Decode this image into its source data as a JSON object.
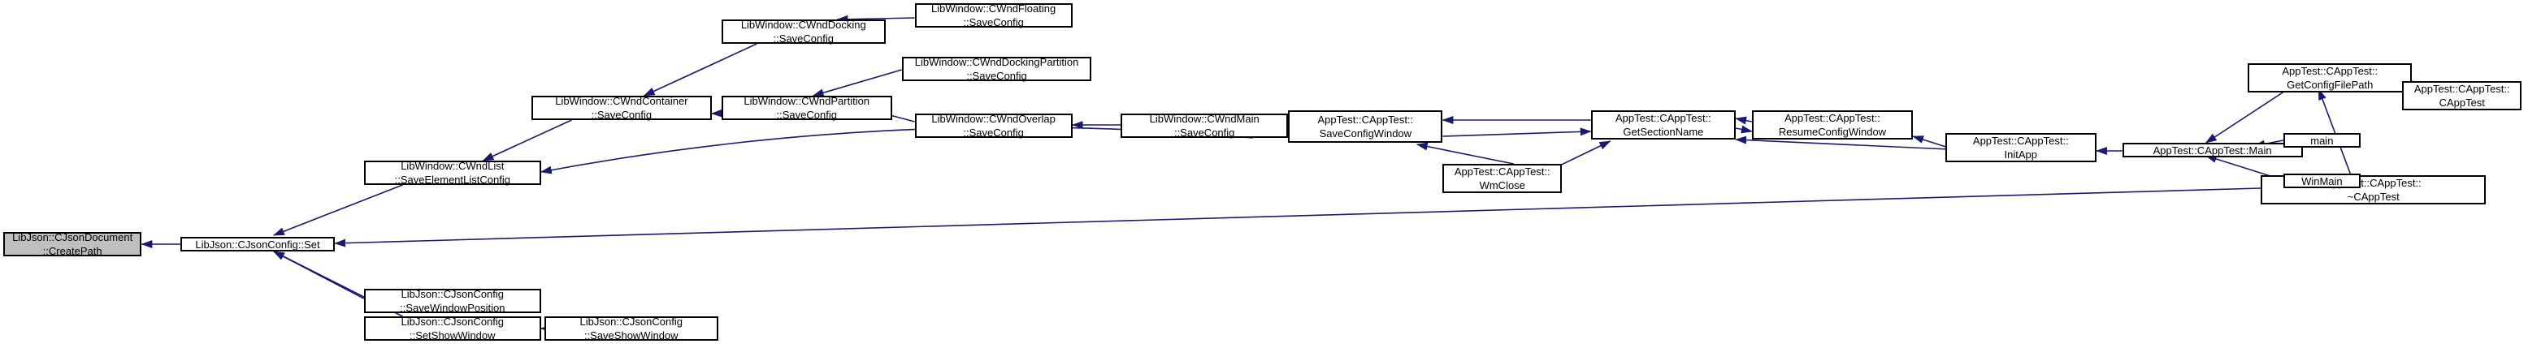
{
  "graph": {
    "edge_color": "#191970",
    "root_fill": "#bfbfbf",
    "nodes": [
      {
        "id": "createpath",
        "l1": "LibJson::CJsonDocument",
        "l2": "::CreatePath"
      },
      {
        "id": "set",
        "l1": "LibJson::CJsonConfig::Set",
        "l2": ""
      },
      {
        "id": "saveelementlistconfig",
        "l1": "LibWindow::CWndList",
        "l2": "::SaveElementListConfig"
      },
      {
        "id": "savewindowposition",
        "l1": "LibJson::CJsonConfig",
        "l2": "::SaveWindowPosition"
      },
      {
        "id": "setshowwindow",
        "l1": "LibJson::CJsonConfig",
        "l2": "::SetShowWindow"
      },
      {
        "id": "saveshowwindow",
        "l1": "LibJson::CJsonConfig",
        "l2": "::SaveShowWindow"
      },
      {
        "id": "container_saveconfig",
        "l1": "LibWindow::CWndContainer",
        "l2": "::SaveConfig"
      },
      {
        "id": "docking_saveconfig",
        "l1": "LibWindow::CWndDocking",
        "l2": "::SaveConfig"
      },
      {
        "id": "floating_saveconfig",
        "l1": "LibWindow::CWndFloating",
        "l2": "::SaveConfig"
      },
      {
        "id": "partition_saveconfig",
        "l1": "LibWindow::CWndPartition",
        "l2": "::SaveConfig"
      },
      {
        "id": "dockingpartition_saveconfig",
        "l1": "LibWindow::CWndDockingPartition",
        "l2": "::SaveConfig"
      },
      {
        "id": "overlap_saveconfig",
        "l1": "LibWindow::CWndOverlap",
        "l2": "::SaveConfig"
      },
      {
        "id": "main_saveconfig",
        "l1": "LibWindow::CWndMain",
        "l2": "::SaveConfig"
      },
      {
        "id": "saveconfigwindow",
        "l1": "AppTest::CAppTest::",
        "l2": "SaveConfigWindow"
      },
      {
        "id": "getsectionname",
        "l1": "AppTest::CAppTest::",
        "l2": "GetSectionName"
      },
      {
        "id": "wmclose",
        "l1": "AppTest::CAppTest::",
        "l2": "WmClose"
      },
      {
        "id": "resumeconfigwindow",
        "l1": "AppTest::CAppTest::",
        "l2": "ResumeConfigWindow"
      },
      {
        "id": "initapp",
        "l1": "AppTest::CAppTest::",
        "l2": "InitApp"
      },
      {
        "id": "apptest_main",
        "l1": "AppTest::CAppTest::Main",
        "l2": ""
      },
      {
        "id": "getconfigfilepath",
        "l1": "AppTest::CAppTest::",
        "l2": "GetConfigFilePath"
      },
      {
        "id": "capptest_ctor",
        "l1": "AppTest::CAppTest::",
        "l2": "CAppTest"
      },
      {
        "id": "capptest_dtor",
        "l1": "AppTest::CAppTest::",
        "l2": "~CAppTest"
      },
      {
        "id": "main",
        "l1": "main",
        "l2": ""
      },
      {
        "id": "winmain",
        "l1": "WinMain",
        "l2": ""
      }
    ],
    "edges": [
      {
        "from": "set",
        "to": "createpath"
      },
      {
        "from": "saveelementlistconfig",
        "to": "set"
      },
      {
        "from": "savewindowposition",
        "to": "set"
      },
      {
        "from": "setshowwindow",
        "to": "set"
      },
      {
        "from": "capptest_dtor",
        "to": "set"
      },
      {
        "from": "saveshowwindow",
        "to": "setshowwindow"
      },
      {
        "from": "container_saveconfig",
        "to": "saveelementlistconfig"
      },
      {
        "from": "partition_saveconfig",
        "to": "saveelementlistconfig"
      },
      {
        "from": "main_saveconfig",
        "to": "saveelementlistconfig"
      },
      {
        "from": "docking_saveconfig",
        "to": "container_saveconfig"
      },
      {
        "from": "partition_saveconfig",
        "to": "container_saveconfig"
      },
      {
        "from": "floating_saveconfig",
        "to": "docking_saveconfig"
      },
      {
        "from": "dockingpartition_saveconfig",
        "to": "partition_saveconfig"
      },
      {
        "from": "overlap_saveconfig",
        "to": "partition_saveconfig"
      },
      {
        "from": "main_saveconfig",
        "to": "overlap_saveconfig"
      },
      {
        "from": "saveconfigwindow",
        "to": "main_saveconfig"
      },
      {
        "from": "getsectionname",
        "to": "saveconfigwindow"
      },
      {
        "from": "saveconfigwindow",
        "to": "getsectionname"
      },
      {
        "from": "wmclose",
        "to": "saveconfigwindow"
      },
      {
        "from": "wmclose",
        "to": "getsectionname"
      },
      {
        "from": "resumeconfigwindow",
        "to": "getsectionname"
      },
      {
        "from": "getsectionname",
        "to": "resumeconfigwindow"
      },
      {
        "from": "initapp",
        "to": "getsectionname"
      },
      {
        "from": "initapp",
        "to": "resumeconfigwindow"
      },
      {
        "from": "apptest_main",
        "to": "initapp"
      },
      {
        "from": "getconfigfilepath",
        "to": "apptest_main"
      },
      {
        "from": "main",
        "to": "apptest_main"
      },
      {
        "from": "winmain",
        "to": "apptest_main"
      },
      {
        "from": "capptest_ctor",
        "to": "getconfigfilepath"
      },
      {
        "from": "capptest_dtor",
        "to": "getconfigfilepath"
      }
    ]
  }
}
